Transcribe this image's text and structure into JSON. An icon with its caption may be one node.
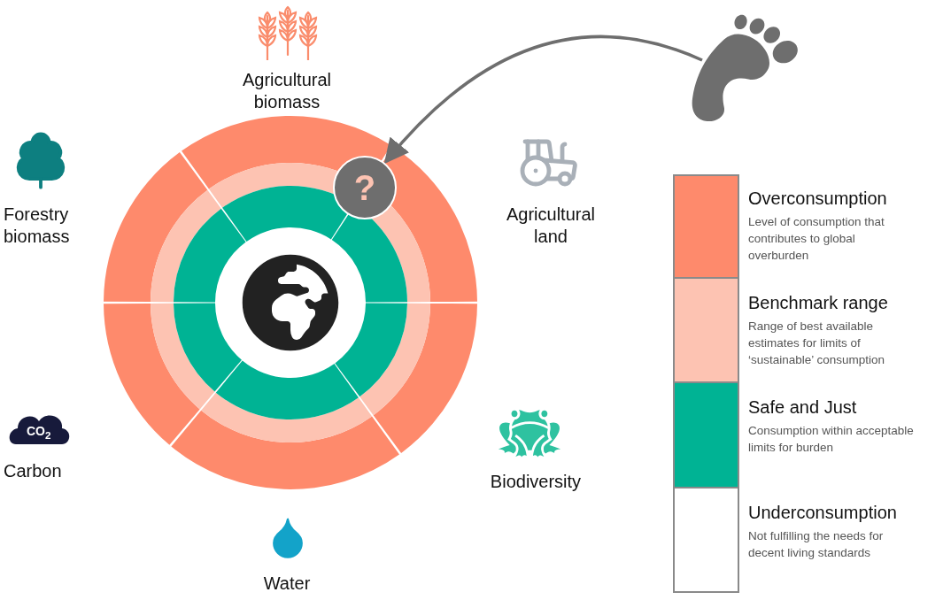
{
  "diagram": {
    "nodes": [
      {
        "text": [],
        "shape": "picture"
      },
      {
        "text": [
          "?"
        ]
      }
    ],
    "edges": [
      {
        "from": 0,
        "to": 1,
        "arrow": "to"
      }
    ],
    "labels": [
      "Agricultural biomass",
      "Forestry biomass",
      "Agricultural land",
      "CO$_{2}$",
      "Carbon",
      "Biodiversity",
      "Water",
      "Level of consumption that contributes to global overburden",
      "Range of best available estimates for limits of ‘sustainable’ consumption",
      "Consumption within acceptable limits for burden",
      "Not fulfilling the needs for decent living standards"
    ],
    "legend": [
      {
        "text": "Overconsumption",
        "color": "#fe8a6c"
      },
      {
        "text": "Benchmark range",
        "color": "#fdc3b2"
      },
      {
        "text": "Safe and Just",
        "color": "#00b394"
      },
      {
        "text": "Underconsumption",
        "color": "#ffffff"
      }
    ]
  }
}
